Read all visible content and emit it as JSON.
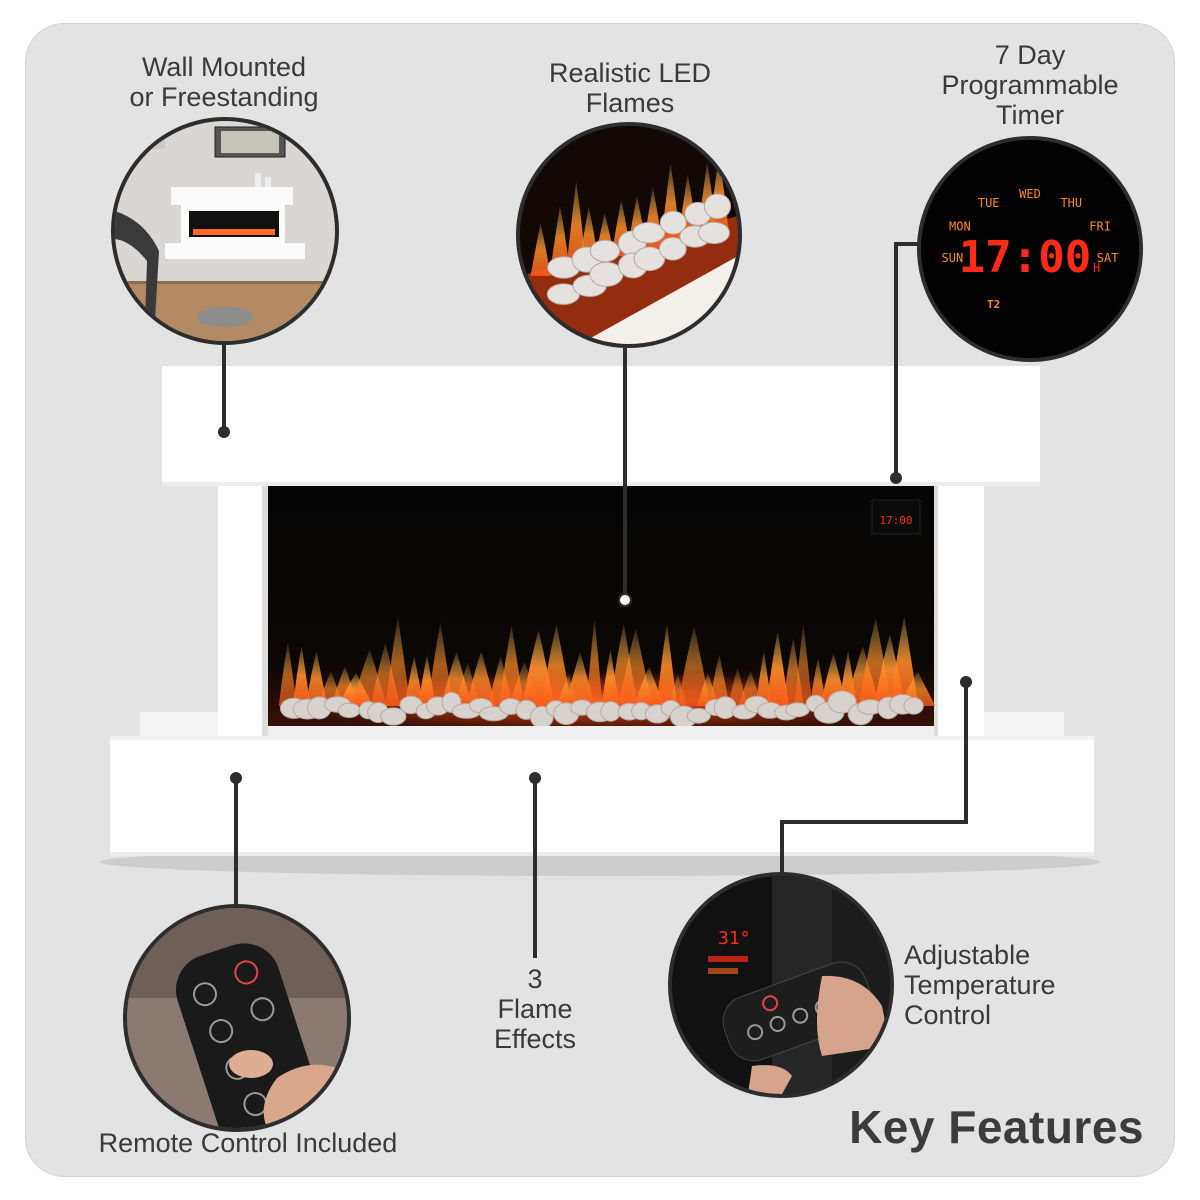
{
  "features": {
    "wall_mounted": "Wall Mounted\nor Freestanding",
    "led_flames": "Realistic LED\nFlames",
    "timer": "7 Day\nProgrammable\nTimer",
    "temperature": "Adjustable\nTemperature\nControl",
    "flame_effects": "3\nFlame\nEffects",
    "remote": "Remote Control Included"
  },
  "title": "Key Features",
  "timer_display": {
    "days": [
      "WED",
      "THU",
      "FRI",
      "SAT",
      "SUN",
      "MON",
      "TUE"
    ],
    "time": "17:00",
    "suffix": "H",
    "program": "T2"
  },
  "temp_display": "31°",
  "colors": {
    "background": "#e3e3e3",
    "text": "#3a3a3a",
    "led_red": "#ff2a1a",
    "led_orange": "#ff8a1e",
    "leader_line": "#2d2d2d"
  },
  "icons": [
    "remote-control-icon",
    "power-icon",
    "flame-icon",
    "clock-icon"
  ]
}
